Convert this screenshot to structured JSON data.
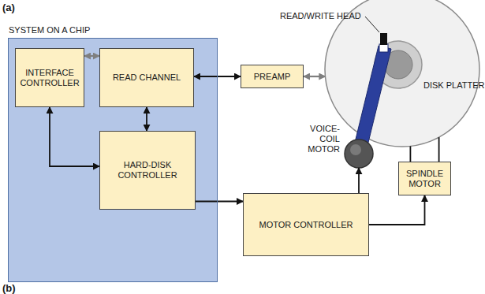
{
  "diagram": {
    "nodes": [
      {
        "text": [
          "SYSTEM ON A CHIP"
        ]
      },
      {
        "text": [
          "INTERFACE CONTROLLER"
        ],
        "in": 0
      },
      {
        "text": [
          "READ CHANNEL"
        ],
        "in": 0
      },
      {
        "text": [
          "HARD-DISK CONTROLLER"
        ],
        "in": 0
      },
      {
        "text": [
          "PREAMP"
        ]
      },
      {
        "text": [
          "DISK PLATTER"
        ]
      },
      {
        "text": [
          "VOICE-COIL MOTOR"
        ]
      },
      {
        "text": [
          "SPINDLE MOTOR"
        ]
      },
      {
        "text": [
          "MOTOR CONTROLLER"
        ]
      }
    ],
    "edges": [
      {
        "from": 1,
        "to": 2,
        "arrow": "both"
      },
      {
        "from": 1,
        "to": 3,
        "arrow": "both"
      },
      {
        "from": 2,
        "to": 3,
        "arrow": "both"
      },
      {
        "from": 2,
        "to": 4,
        "arrow": "both"
      },
      {
        "from": 4,
        "to": 5,
        "arrow": "both"
      },
      {
        "from": 3,
        "to": 8,
        "arrow": "to"
      },
      {
        "from": 8,
        "to": 6,
        "arrow": "to"
      },
      {
        "from": 8,
        "to": 7,
        "arrow": "to"
      },
      {
        "from": 7,
        "to": 5,
        "arrow": "none"
      },
      {
        "from": 7,
        "to": 5,
        "arrow": "none"
      }
    ],
    "labels": [
      "(a)",
      "(b)",
      "READ/WRITE HEAD"
    ]
  }
}
